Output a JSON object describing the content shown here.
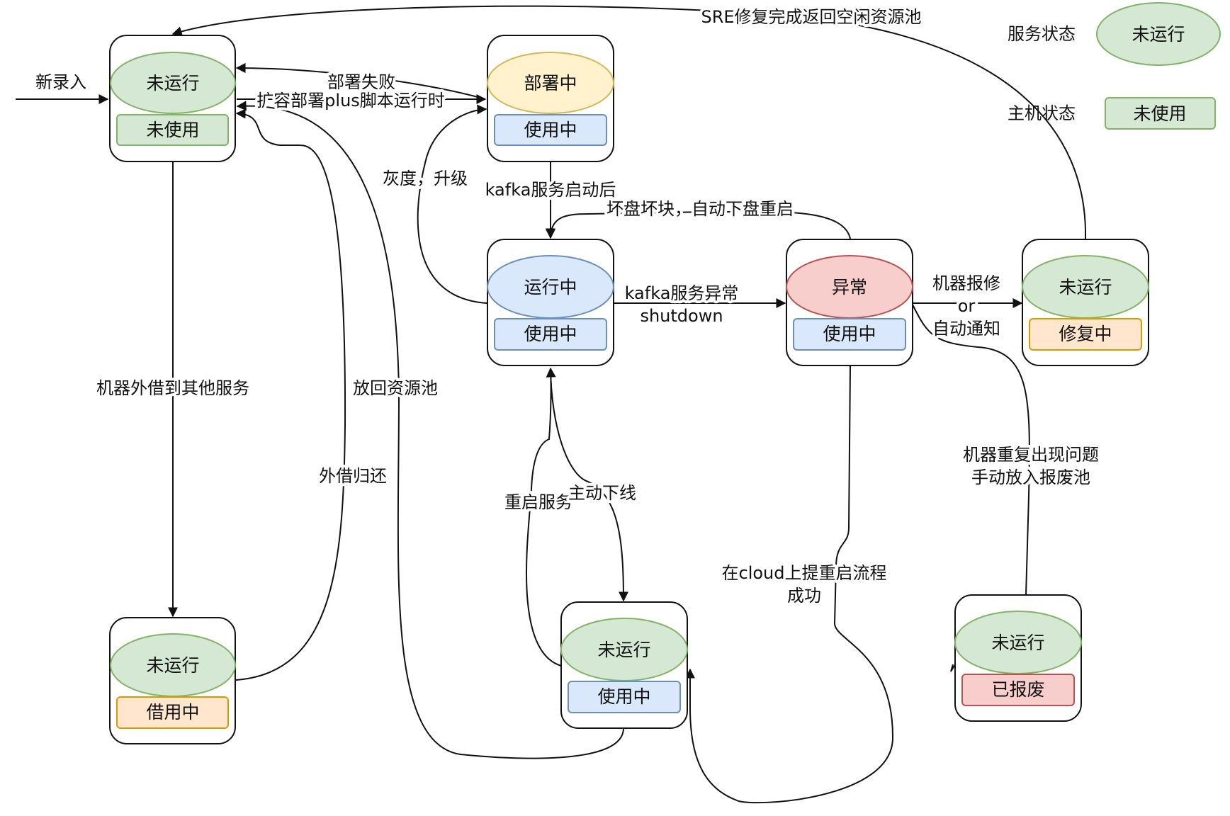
{
  "nodes": {
    "new": {
      "service": "未运行",
      "host": "未使用"
    },
    "deploying": {
      "service": "部署中",
      "host": "使用中"
    },
    "running": {
      "service": "运行中",
      "host": "使用中"
    },
    "abnormal": {
      "service": "异常",
      "host": "使用中"
    },
    "repair": {
      "service": "未运行",
      "host": "修复中"
    },
    "borrowed": {
      "service": "未运行",
      "host": "借用中"
    },
    "stopped": {
      "service": "未运行",
      "host": "使用中"
    },
    "scrapped": {
      "service": "未运行",
      "host": "已报废"
    }
  },
  "legend": {
    "service_label": "服务状态",
    "service_value": "未运行",
    "host_label": "主机状态",
    "host_value": "未使用"
  },
  "edges": {
    "new_entry": "新录入",
    "deploy_fail": "部署失败",
    "expand_deploy": "扩容部署plus脚本运行时",
    "gray_upgrade": "灰度，升级",
    "kafka_started": "kafka服务启动后",
    "bad_disk": "坏盘坏块，自动下盘重启",
    "kafka_abnormal_1": "kafka服务异常",
    "kafka_abnormal_2": "shutdown",
    "report_1": "机器报修",
    "report_2": "or",
    "report_3": "自动通知",
    "sre_return": "SRE修复完成返回空闲资源池",
    "lend_out": "机器外借到其他服务",
    "return_pool": "放回资源池",
    "lend_return": "外借归还",
    "restart_service": "重启服务",
    "manual_offline": "主动下线",
    "cloud_restart_1": "在cloud上提重启流程",
    "cloud_restart_2": "成功",
    "repeat_issue_1": "机器重复出现问题",
    "repeat_issue_2": "手动放入报废池"
  },
  "colors": {
    "green_fill": "#d5e8d4",
    "green_stroke": "#82b366",
    "yellow_fill": "#fff2cc",
    "yellow_stroke": "#d6b656",
    "blue_fill": "#dae8fc",
    "blue_stroke": "#6c8ebf",
    "red_fill": "#f8cecc",
    "red_stroke": "#b85450",
    "orange_fill": "#ffe6cc",
    "orange_stroke": "#d79b00"
  }
}
